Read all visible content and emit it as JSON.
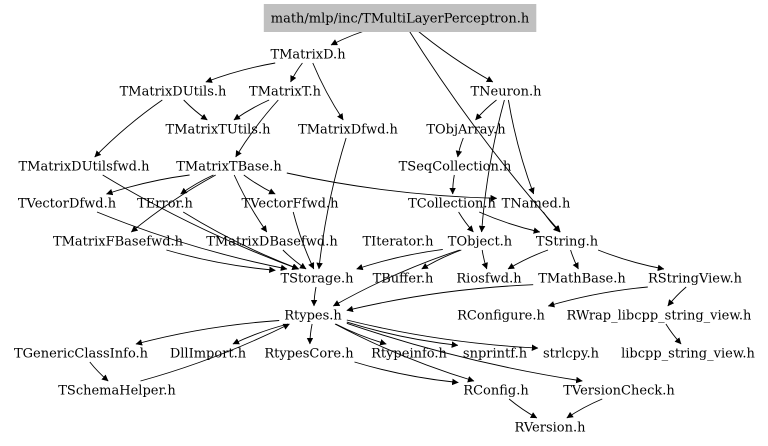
{
  "graph": {
    "root": "n0",
    "colors": {
      "root_fill": "#c0c0c0",
      "edge": "#000000",
      "text": "#000000",
      "background": "#ffffff"
    },
    "nodes": [
      {
        "id": "n0",
        "label": "math/mlp/inc/TMultiLayerPerceptron.h"
      },
      {
        "id": "n1",
        "label": "TMatrixD.h"
      },
      {
        "id": "n2",
        "label": "TNeuron.h"
      },
      {
        "id": "n3",
        "label": "TMatrixDUtils.h"
      },
      {
        "id": "n4",
        "label": "TMatrixT.h"
      },
      {
        "id": "n5",
        "label": "TObjArray.h"
      },
      {
        "id": "n6",
        "label": "TMatrixTUtils.h"
      },
      {
        "id": "n7",
        "label": "TMatrixDfwd.h"
      },
      {
        "id": "n8",
        "label": "TMatrixDUtilsfwd.h"
      },
      {
        "id": "n9",
        "label": "TMatrixTBase.h"
      },
      {
        "id": "n10",
        "label": "TSeqCollection.h"
      },
      {
        "id": "n11",
        "label": "TVectorDfwd.h"
      },
      {
        "id": "n12",
        "label": "TError.h"
      },
      {
        "id": "n13",
        "label": "TVectorFfwd.h"
      },
      {
        "id": "n14",
        "label": "TCollection.h"
      },
      {
        "id": "n15",
        "label": "TNamed.h"
      },
      {
        "id": "n16",
        "label": "TMatrixFBasefwd.h"
      },
      {
        "id": "n17",
        "label": "TMatrixDBasefwd.h"
      },
      {
        "id": "n18",
        "label": "TIterator.h"
      },
      {
        "id": "n19",
        "label": "TObject.h"
      },
      {
        "id": "n20",
        "label": "TString.h"
      },
      {
        "id": "n21",
        "label": "TStorage.h"
      },
      {
        "id": "n22",
        "label": "TBuffer.h"
      },
      {
        "id": "n23",
        "label": "Riosfwd.h"
      },
      {
        "id": "n24",
        "label": "TMathBase.h"
      },
      {
        "id": "n25",
        "label": "RStringView.h"
      },
      {
        "id": "n26",
        "label": "Rtypes.h"
      },
      {
        "id": "n27",
        "label": "RConfigure.h"
      },
      {
        "id": "n28",
        "label": "RWrap_libcpp_string_view.h"
      },
      {
        "id": "n29",
        "label": "TGenericClassInfo.h"
      },
      {
        "id": "n30",
        "label": "DllImport.h"
      },
      {
        "id": "n31",
        "label": "RtypesCore.h"
      },
      {
        "id": "n32",
        "label": "Rtypeinfo.h"
      },
      {
        "id": "n33",
        "label": "snprintf.h"
      },
      {
        "id": "n34",
        "label": "strlcpy.h"
      },
      {
        "id": "n35",
        "label": "libcpp_string_view.h"
      },
      {
        "id": "n36",
        "label": "TSchemaHelper.h"
      },
      {
        "id": "n37",
        "label": "RConfig.h"
      },
      {
        "id": "n38",
        "label": "TVersionCheck.h"
      },
      {
        "id": "n39",
        "label": "RVersion.h"
      }
    ],
    "edges": [
      {
        "from": "n0",
        "to": "n1"
      },
      {
        "from": "n0",
        "to": "n2"
      },
      {
        "from": "n0",
        "to": "n20"
      },
      {
        "from": "n1",
        "to": "n3"
      },
      {
        "from": "n1",
        "to": "n4"
      },
      {
        "from": "n1",
        "to": "n7"
      },
      {
        "from": "n3",
        "to": "n6"
      },
      {
        "from": "n3",
        "to": "n8"
      },
      {
        "from": "n4",
        "to": "n6"
      },
      {
        "from": "n4",
        "to": "n9"
      },
      {
        "from": "n2",
        "to": "n5"
      },
      {
        "from": "n2",
        "to": "n15"
      },
      {
        "from": "n2",
        "to": "n19"
      },
      {
        "from": "n5",
        "to": "n10"
      },
      {
        "from": "n10",
        "to": "n14"
      },
      {
        "from": "n14",
        "to": "n19"
      },
      {
        "from": "n14",
        "to": "n20"
      },
      {
        "from": "n15",
        "to": "n20"
      },
      {
        "from": "n9",
        "to": "n11"
      },
      {
        "from": "n9",
        "to": "n12"
      },
      {
        "from": "n9",
        "to": "n13"
      },
      {
        "from": "n9",
        "to": "n16"
      },
      {
        "from": "n9",
        "to": "n17"
      },
      {
        "from": "n9",
        "to": "n15"
      },
      {
        "from": "n8",
        "to": "n21"
      },
      {
        "from": "n11",
        "to": "n21"
      },
      {
        "from": "n12",
        "to": "n21"
      },
      {
        "from": "n13",
        "to": "n21"
      },
      {
        "from": "n16",
        "to": "n21"
      },
      {
        "from": "n17",
        "to": "n21"
      },
      {
        "from": "n7",
        "to": "n21"
      },
      {
        "from": "n19",
        "to": "n21"
      },
      {
        "from": "n19",
        "to": "n22"
      },
      {
        "from": "n19",
        "to": "n23"
      },
      {
        "from": "n19",
        "to": "n26"
      },
      {
        "from": "n20",
        "to": "n23"
      },
      {
        "from": "n20",
        "to": "n24"
      },
      {
        "from": "n20",
        "to": "n25"
      },
      {
        "from": "n21",
        "to": "n26"
      },
      {
        "from": "n24",
        "to": "n26"
      },
      {
        "from": "n25",
        "to": "n27"
      },
      {
        "from": "n25",
        "to": "n28"
      },
      {
        "from": "n28",
        "to": "n35"
      },
      {
        "from": "n26",
        "to": "n29"
      },
      {
        "from": "n26",
        "to": "n30"
      },
      {
        "from": "n26",
        "to": "n31"
      },
      {
        "from": "n26",
        "to": "n32"
      },
      {
        "from": "n26",
        "to": "n33"
      },
      {
        "from": "n26",
        "to": "n34"
      },
      {
        "from": "n26",
        "to": "n37"
      },
      {
        "from": "n26",
        "to": "n38"
      },
      {
        "from": "n29",
        "to": "n36"
      },
      {
        "from": "n36",
        "to": "n26"
      },
      {
        "from": "n31",
        "to": "n37"
      },
      {
        "from": "n37",
        "to": "n39"
      },
      {
        "from": "n38",
        "to": "n39"
      }
    ]
  }
}
